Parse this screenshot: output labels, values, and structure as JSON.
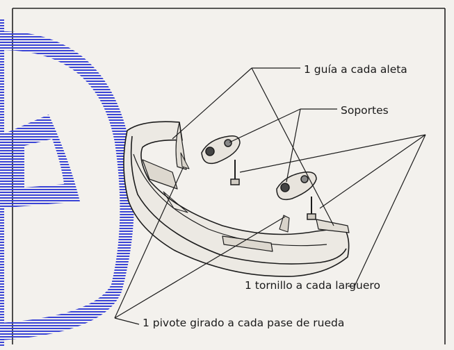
{
  "labels": {
    "guia": "1 guía a cada aleta",
    "soportes": "Soportes",
    "tornillo": "1 tornillo a cada larguero",
    "pivote": "1 pivote girado a cada pase de rueda"
  },
  "colors": {
    "watermark_blue": "#3a44d6",
    "line": "#1c1c1c",
    "background": "#f3f1ed"
  }
}
